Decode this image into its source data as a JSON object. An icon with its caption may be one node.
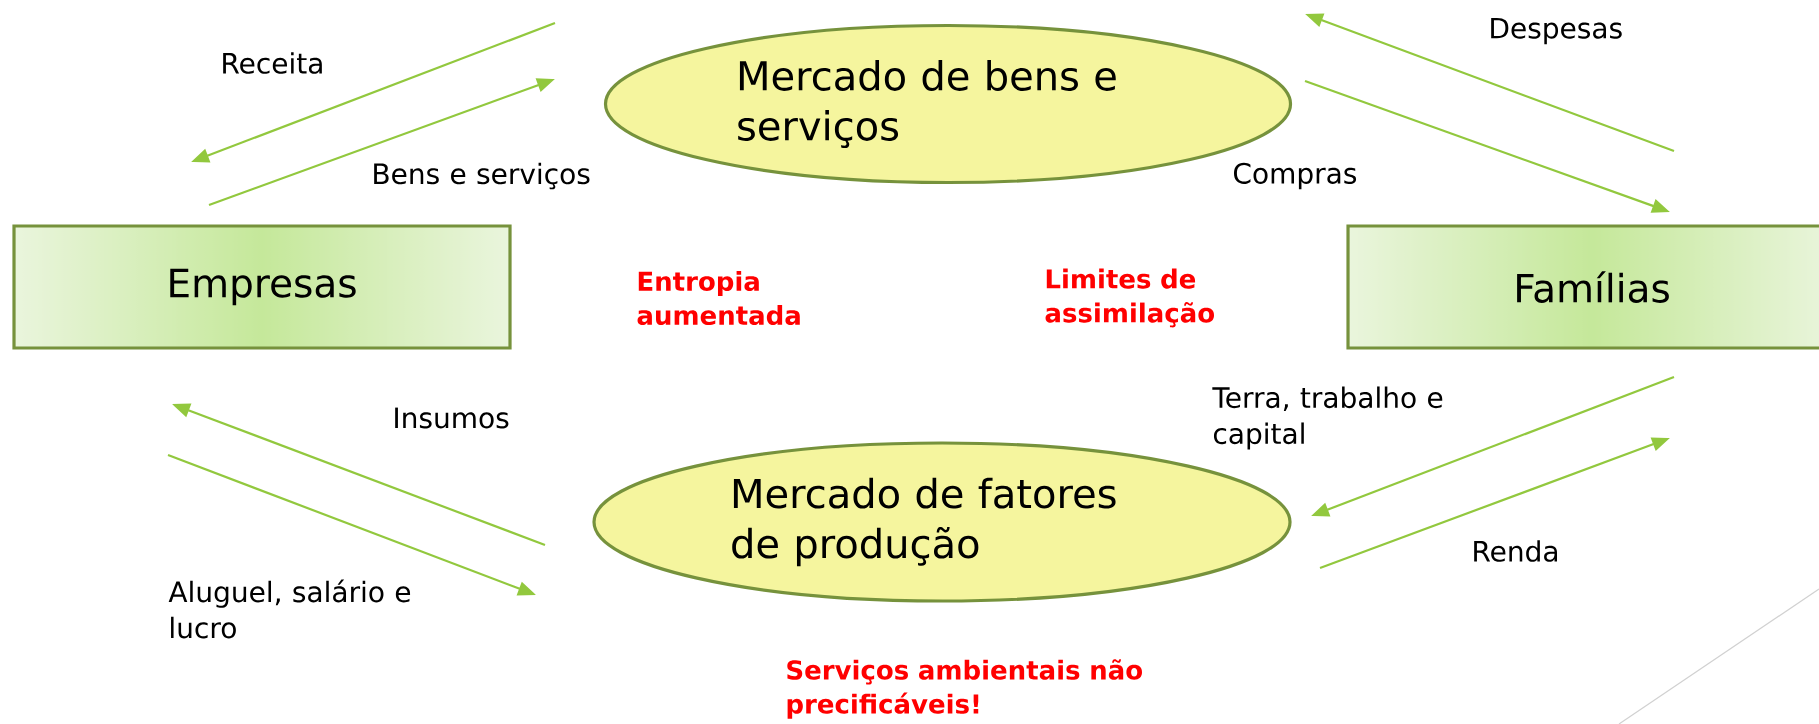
{
  "diagram": {
    "nodes": [
      {
        "text": [
          "Empresas"
        ]
      },
      {
        "text": [
          "Mercado de bens e serviços"
        ]
      },
      {
        "text": [
          "Famílias"
        ]
      },
      {
        "text": [
          "Mercado de fatores de produção"
        ]
      }
    ],
    "edges": [
      {
        "from": 1,
        "to": 0,
        "arrow": "to",
        "label": "Receita"
      },
      {
        "from": 0,
        "to": 1,
        "arrow": "to",
        "label": "Bens e serviços"
      },
      {
        "from": 2,
        "to": 1,
        "arrow": "to",
        "label": "Despesas"
      },
      {
        "from": 1,
        "to": 2,
        "arrow": "to",
        "label": "Compras"
      },
      {
        "from": 3,
        "to": 0,
        "arrow": "to",
        "label": "Insumos"
      },
      {
        "from": 0,
        "to": 3,
        "arrow": "to",
        "label": "Aluguel, salário e lucro"
      },
      {
        "from": 2,
        "to": 3,
        "arrow": "to",
        "label": "Terra, trabalho e capital"
      },
      {
        "from": 3,
        "to": 2,
        "arrow": "to",
        "label": "Renda"
      }
    ],
    "labels": [
      "Entropia aumentada",
      "Limites de assimilação",
      "Serviços ambientais não precificáveis!"
    ]
  }
}
